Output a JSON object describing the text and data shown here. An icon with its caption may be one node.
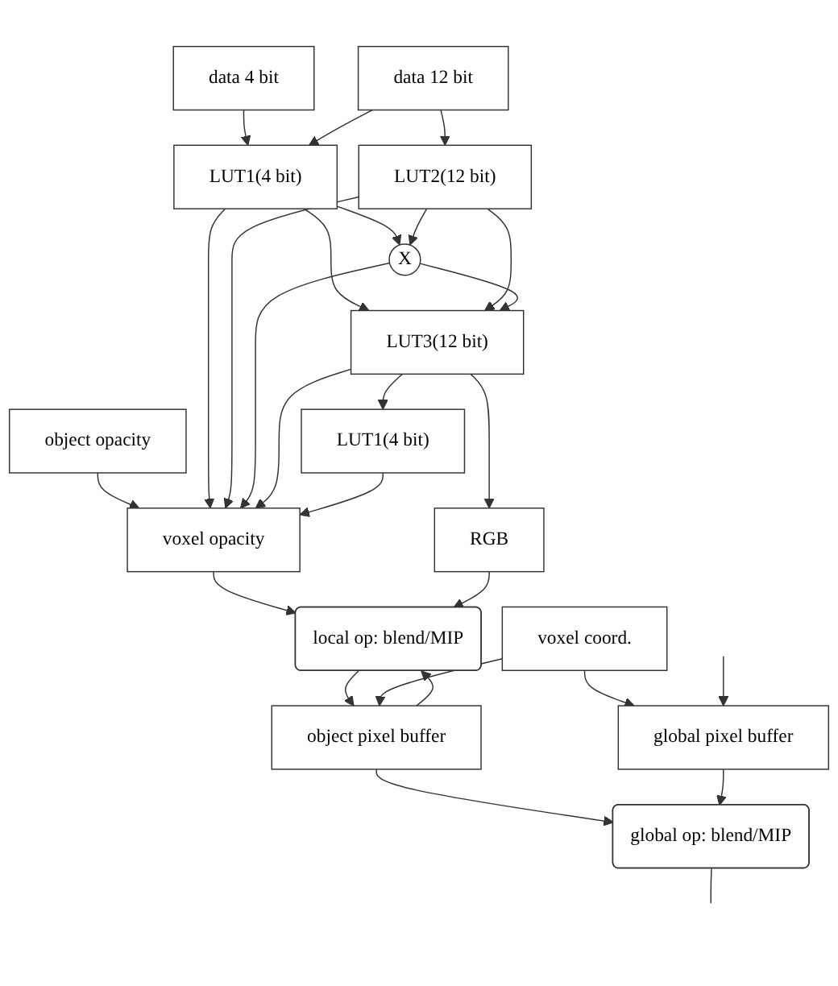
{
  "diagram": {
    "nodes": [
      {
        "text": [
          "object opacity"
        ]
      },
      {
        "text": [
          "data 4 bit"
        ]
      },
      {
        "text": [
          "data 12 bit"
        ]
      },
      {
        "text": [
          "voxel coord."
        ]
      },
      {
        "text": [
          "LUT1(4 bit)"
        ]
      },
      {
        "text": [
          "LUT2(12 bit)"
        ]
      },
      {
        "text": [
          "X"
        ]
      },
      {
        "text": [
          "LUT3(12 bit)"
        ]
      },
      {
        "text": [
          "LUT1(4 bit)"
        ]
      },
      {
        "text": [
          "voxel opacity"
        ]
      },
      {
        "text": [
          "RGB"
        ]
      },
      {
        "text": [
          "object pixel buffer"
        ]
      },
      {
        "text": [
          "local op: blend/MIP"
        ]
      },
      {
        "text": [
          "global pixel buffer"
        ]
      },
      {
        "text": [
          "global op: blend/MIP"
        ]
      }
    ],
    "edges": [
      {
        "from": 0,
        "to": 9,
        "arrow": "to"
      },
      {
        "from": 1,
        "to": 4,
        "arrow": "to"
      },
      {
        "from": 2,
        "to": 4,
        "arrow": "to"
      },
      {
        "from": 2,
        "to": 5,
        "arrow": "to"
      },
      {
        "from": 4,
        "to": 9,
        "arrow": "to"
      },
      {
        "from": 4,
        "to": 6,
        "arrow": "to"
      },
      {
        "from": 4,
        "to": 7,
        "arrow": "to"
      },
      {
        "from": 5,
        "to": 9,
        "arrow": "to"
      },
      {
        "from": 5,
        "to": 6,
        "arrow": "to"
      },
      {
        "from": 5,
        "to": 7,
        "arrow": "to"
      },
      {
        "from": 6,
        "to": 9,
        "arrow": "to"
      },
      {
        "from": 6,
        "to": 7,
        "arrow": "to"
      },
      {
        "from": 7,
        "to": 9,
        "arrow": "to"
      },
      {
        "from": 7,
        "to": 8,
        "arrow": "to"
      },
      {
        "from": 7,
        "to": 10,
        "arrow": "to"
      },
      {
        "from": 8,
        "to": 9,
        "arrow": "to"
      },
      {
        "from": 9,
        "to": 12,
        "arrow": "to"
      },
      {
        "from": 10,
        "to": 12,
        "arrow": "to"
      },
      {
        "from": 11,
        "to": 12,
        "arrow": "to"
      },
      {
        "from": 12,
        "to": 11,
        "arrow": "to"
      },
      {
        "from": 3,
        "to": 11,
        "arrow": "to"
      },
      {
        "from": 3,
        "to": 13,
        "arrow": "to"
      },
      {
        "from": 11,
        "to": 14,
        "arrow": "to"
      },
      {
        "from": 13,
        "to": 14,
        "arrow": "to"
      },
      {
        "from": 14,
        "to": null,
        "arrow": "none"
      },
      {
        "from": null,
        "to": 13,
        "arrow": "to"
      }
    ]
  }
}
